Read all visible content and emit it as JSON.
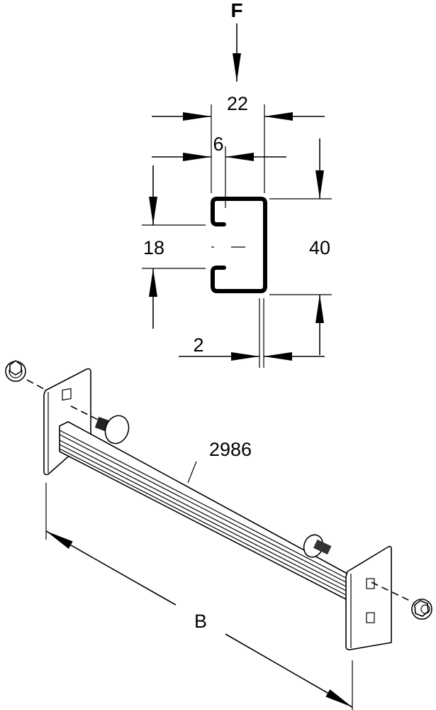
{
  "drawing": {
    "force_label": "F",
    "cross_section": {
      "width_label": "22",
      "slot_offset_label": "6",
      "slot_opening_label": "18",
      "height_label": "40",
      "thickness_label": "2"
    },
    "assembly": {
      "rail_length_label": "2986",
      "overall_width_label": "B"
    }
  }
}
